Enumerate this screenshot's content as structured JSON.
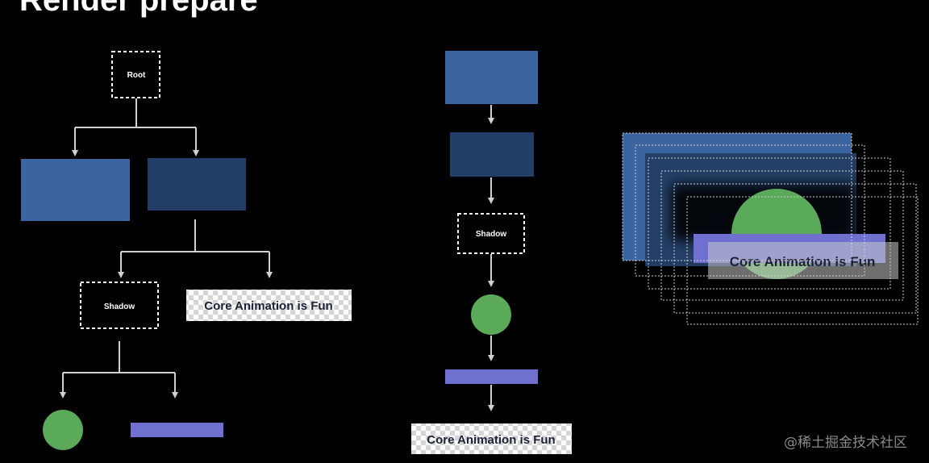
{
  "slide": {
    "title": "Render prepare",
    "watermark": "@稀土掘金技术社区"
  },
  "tree": {
    "root_label": "Root",
    "shadow_label": "Shadow",
    "text_label": "Core Animation is Fun"
  },
  "chain": {
    "shadow_label": "Shadow",
    "text_label": "Core Animation is Fun"
  },
  "composite": {
    "text_label": "Core Animation is Fun"
  },
  "colors": {
    "blue_light": "#3c64a0",
    "blue_dark": "#233e66",
    "green": "#5aaa5a",
    "purple": "#7070d0",
    "arrow": "#d0d0d0"
  }
}
